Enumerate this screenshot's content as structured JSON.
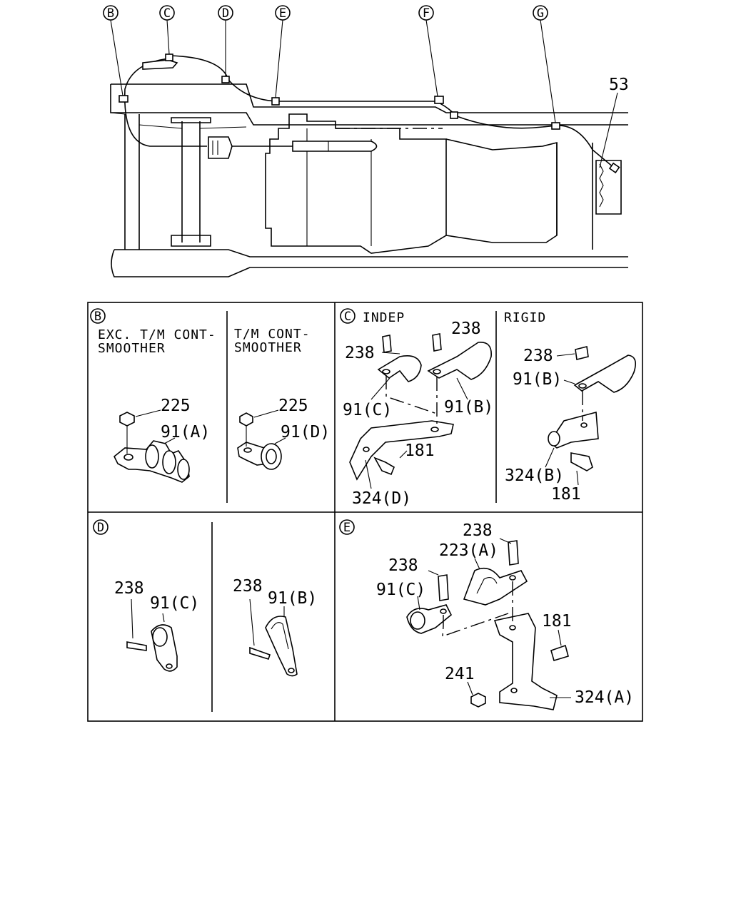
{
  "overview": {
    "callouts": [
      "B",
      "C",
      "D",
      "E",
      "F",
      "G"
    ],
    "ref_53": "53"
  },
  "panel_b": {
    "letter": "B",
    "left_caption_1": "EXC. T/M CONT-",
    "left_caption_2": "SMOOTHER",
    "right_caption_1": "T/M CONT-",
    "right_caption_2": "SMOOTHER",
    "left_nut": "225",
    "left_clip": "91(A)",
    "right_nut": "225",
    "right_clip": "91(D)"
  },
  "panel_c": {
    "letter": "C",
    "indep_label": "INDEP",
    "rigid_label": "RIGID",
    "indep_bolt_1": "238",
    "indep_bolt_2": "238",
    "indep_clip_c": "91(C)",
    "indep_clip_b": "91(B)",
    "indep_bolt_181": "181",
    "indep_bracket": "324(D)",
    "rigid_bolt": "238",
    "rigid_clip": "91(B)",
    "rigid_bracket": "324(B)",
    "rigid_bolt_181": "181"
  },
  "panel_d": {
    "letter": "D",
    "left_bolt": "238",
    "left_clip": "91(C)",
    "right_bolt": "238",
    "right_clip": "91(B)"
  },
  "panel_e": {
    "letter": "E",
    "bolt_top": "238",
    "clip_223": "223(A)",
    "bolt_mid": "238",
    "clip_91c": "91(C)",
    "bolt_181": "181",
    "nut_241": "241",
    "bracket": "324(A)"
  }
}
